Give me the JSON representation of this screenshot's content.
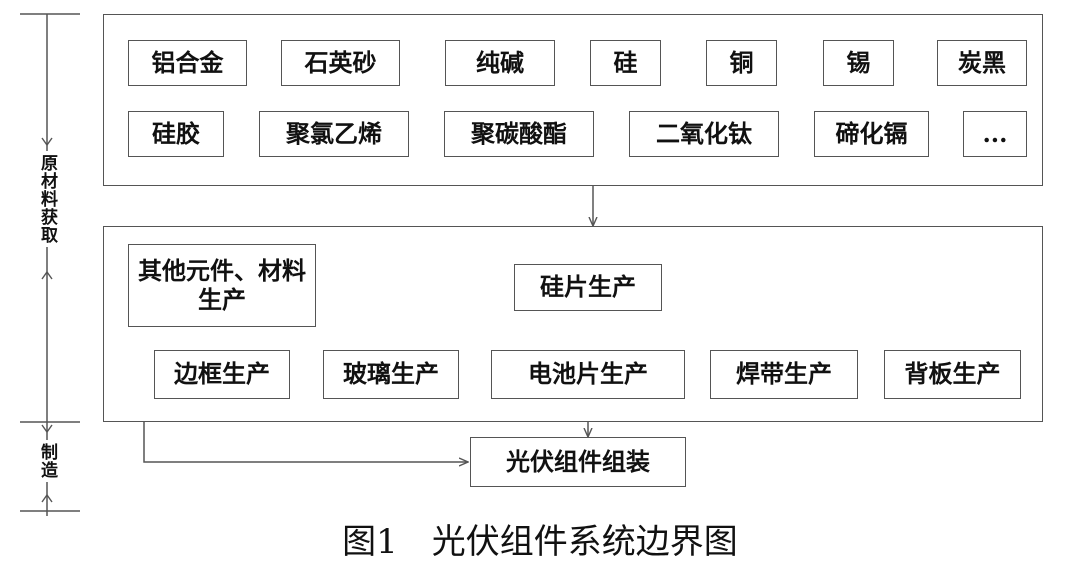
{
  "materials": {
    "row1": [
      "铝合金",
      "石英砂",
      "纯碱",
      "硅",
      "铜",
      "锡",
      "炭黑"
    ],
    "row2": [
      "硅胶",
      "聚氯乙烯",
      "聚碳酸酯",
      "二氧化钛",
      "碲化镉",
      "..."
    ]
  },
  "manufacturing": {
    "other": "其他元件、材料生产",
    "silicon_wafer": "硅片生产",
    "frame": "边框生产",
    "glass": "玻璃生产",
    "cell": "电池片生产",
    "ribbon": "焊带生产",
    "backsheet": "背板生产"
  },
  "assembly": "光伏组件组装",
  "stages": {
    "raw": "原材料获取",
    "manufacture": "制造"
  },
  "caption": "图1　光伏组件系统边界图"
}
